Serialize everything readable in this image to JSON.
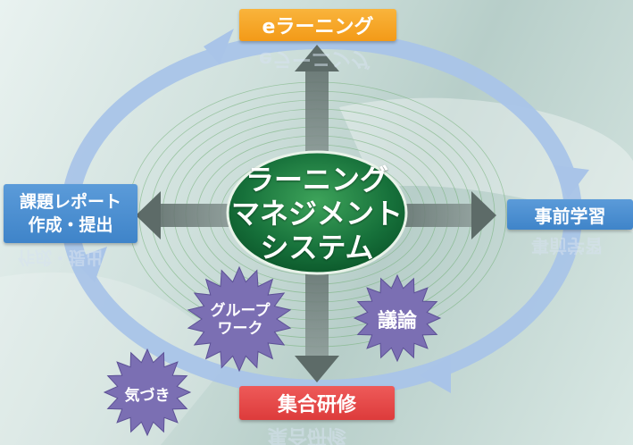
{
  "center": {
    "line1": "ラーニング",
    "line2": "マネジメント",
    "line3": "システム"
  },
  "nodes": {
    "top": "eラーニング",
    "right": "事前学習",
    "bottom": "集合研修",
    "left_line1": "課題レポート",
    "left_line2": "作成・提出"
  },
  "stars": {
    "group_line1": "グループ",
    "group_line2": "ワーク",
    "discussion": "議論",
    "awareness": "気づき"
  },
  "colors": {
    "top_box": "#f5a623",
    "side_box": "#4a8fd4",
    "bottom_box": "#e44a4a",
    "center_ellipse": "#1f7a3c",
    "star": "#7b6fb3",
    "cycle_arrow": "#a9c4e8"
  }
}
